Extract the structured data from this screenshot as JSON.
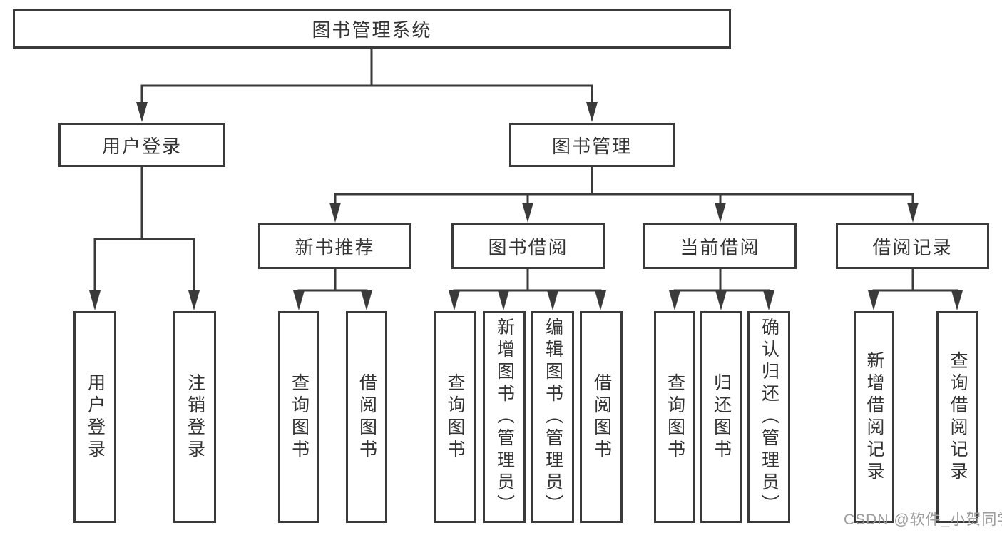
{
  "diagram": {
    "type": "hierarchy-flowchart",
    "colors": {
      "line": "#3a3a3a",
      "box_border": "#3a3a3a",
      "text": "#333333",
      "background": "#ffffff",
      "watermark": "#9c9c9c"
    },
    "tree": {
      "label": "图书管理系统",
      "children": [
        {
          "label": "用户登录",
          "children": [
            {
              "label": "用户登录"
            },
            {
              "label": "注销登录"
            }
          ]
        },
        {
          "label": "图书管理",
          "children": [
            {
              "label": "新书推荐",
              "children": [
                {
                  "label": "查询图书"
                },
                {
                  "label": "借阅图书"
                }
              ]
            },
            {
              "label": "图书借阅",
              "children": [
                {
                  "label": "查询图书"
                },
                {
                  "label": "新增图书（管理员）"
                },
                {
                  "label": "编辑图书（管理员）"
                },
                {
                  "label": "借阅图书"
                }
              ]
            },
            {
              "label": "当前借阅",
              "children": [
                {
                  "label": "查询图书"
                },
                {
                  "label": "归还图书"
                },
                {
                  "label": "确认归还（管理员）"
                }
              ]
            },
            {
              "label": "借阅记录",
              "children": [
                {
                  "label": "新增借阅记录"
                },
                {
                  "label": "查询借阅记录"
                }
              ]
            }
          ]
        }
      ]
    },
    "watermark": {
      "text": "CSDN @软件_小贺同学"
    }
  }
}
